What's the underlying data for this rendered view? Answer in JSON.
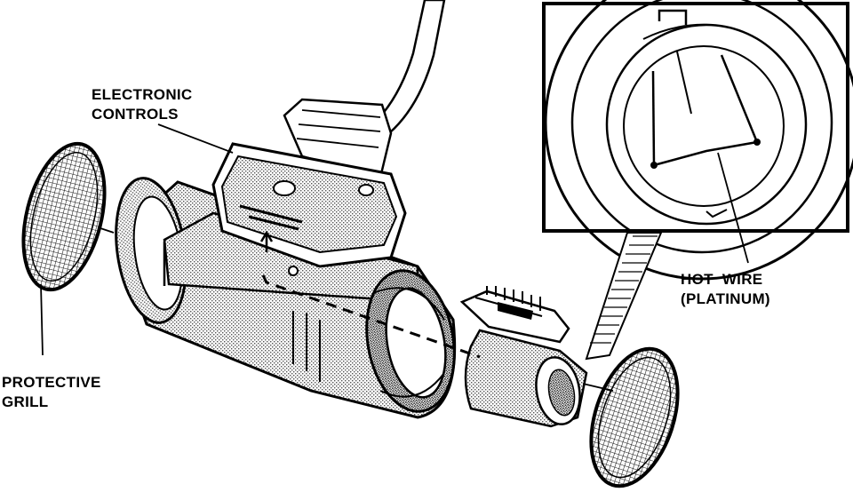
{
  "labels": {
    "electronic_controls": [
      "ELECTRONIC",
      "CONTROLS"
    ],
    "hot_wire": [
      "HOT  WIRE",
      "(PLATINUM)"
    ],
    "protective_grill": [
      "PROTECTIVE",
      "GRILL"
    ]
  },
  "colors": {
    "ink": "#000000",
    "paper": "#ffffff",
    "shade": "#9a9a9a"
  }
}
